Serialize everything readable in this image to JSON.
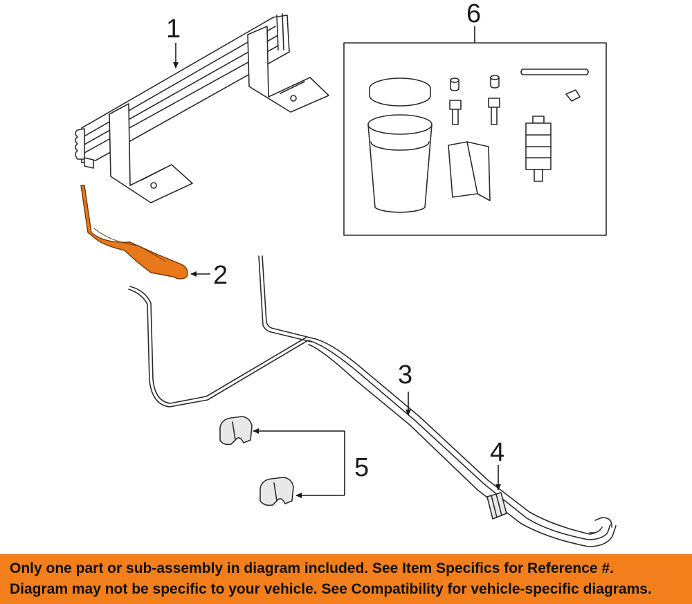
{
  "callouts": {
    "c1": "1",
    "c2": "2",
    "c3": "3",
    "c4": "4",
    "c5": "5",
    "c6": "6"
  },
  "colors": {
    "highlight_part": "#e8781a",
    "banner_bg": "#f27e1c"
  },
  "banner": {
    "line1": "Only one part or sub-assembly in diagram included. See Item Specifics for Reference #.",
    "line2": "Diagram may not be specific to your vehicle. See Compatibility for vehicle-specific diagrams."
  }
}
